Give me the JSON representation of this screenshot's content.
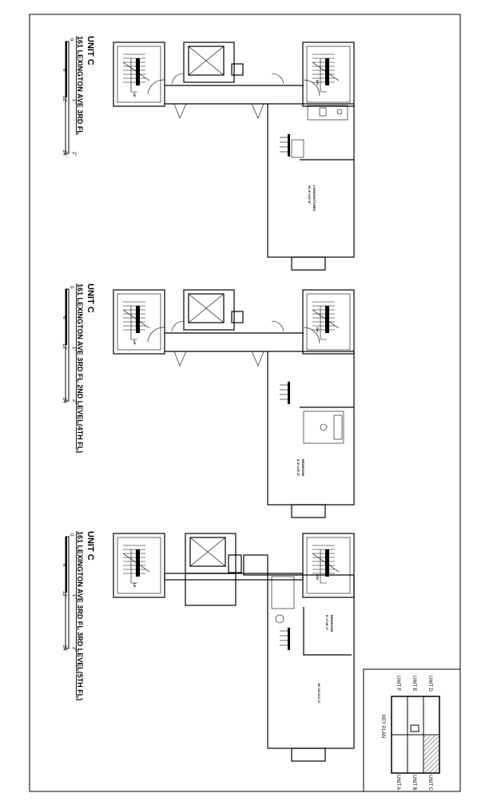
{
  "plans": [
    {
      "unit": "UNIT C",
      "address": "161 LEXINGTON AVE 3RD FL",
      "rooms": [
        {
          "name": "LIVING/KITCHEN",
          "size": "16'-6\"x13'-6\""
        }
      ],
      "labels": {
        "up": "UP",
        "dn": "DN"
      }
    },
    {
      "unit": "UNIT C",
      "address": "161 LEXINGTON AVE 3RD FL 2ND LEVEL(4TH FL)",
      "rooms": [
        {
          "name": "BEDROOM",
          "size": "8'-6\"x13'-6\""
        }
      ],
      "labels": {
        "up": "UP",
        "dn": "DN"
      }
    },
    {
      "unit": "UNIT C",
      "address": "161 LEXINGTON AVE 3RD FL 3RD LEVEL(5TH FL)",
      "rooms": [
        {
          "name": "BEDROOM",
          "size": "8'-4\"x8'-4\""
        },
        {
          "name": "",
          "size": "16'-10\"x14'-2\""
        }
      ],
      "labels": {
        "up": "UP",
        "dn": "DN"
      }
    }
  ],
  "scale_bar": {
    "ticks_ft": [
      "0",
      "6'",
      "12'",
      "24'"
    ],
    "ticks_in": [
      "1\"",
      "2\""
    ]
  },
  "key_plan": {
    "title": "KEY PLAN",
    "units_top": [
      "UNIT D",
      "UNIT E",
      "UNIT F"
    ],
    "units_bottom": [
      "UNIT C",
      "UNIT B",
      "UNIT A"
    ],
    "highlighted": "UNIT C"
  }
}
